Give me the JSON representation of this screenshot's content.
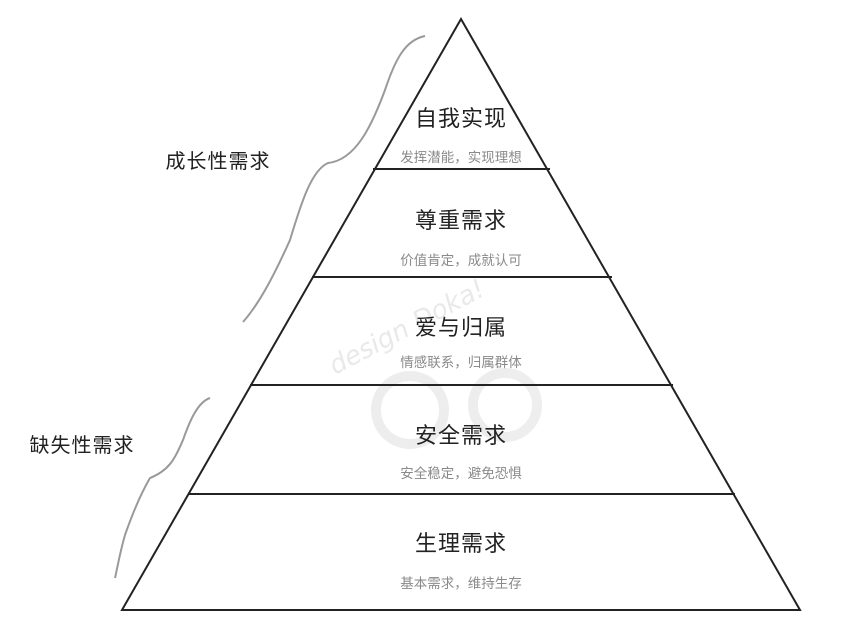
{
  "groups": {
    "growth": "成长性需求",
    "deficiency": "缺失性需求"
  },
  "levels": [
    {
      "title": "自我实现",
      "desc": "发挥潜能，实现理想"
    },
    {
      "title": "尊重需求",
      "desc": "价值肯定，成就认可"
    },
    {
      "title": "爱与归属",
      "desc": "情感联系，归属群体"
    },
    {
      "title": "安全需求",
      "desc": "安全稳定，避免恐惧"
    },
    {
      "title": "生理需求",
      "desc": "基本需求，维持生存"
    }
  ],
  "watermark": "design Doka!",
  "colors": {
    "line": "#222222",
    "brace": "#999999",
    "title": "#222222",
    "desc": "#8a8a8a"
  }
}
